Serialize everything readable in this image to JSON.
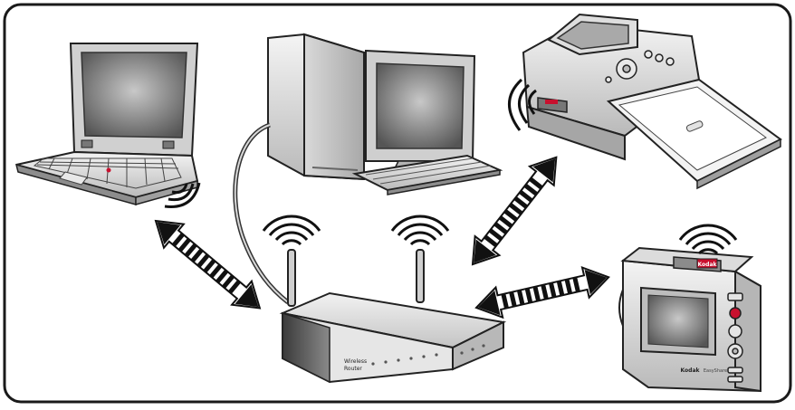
{
  "router": {
    "label_line1": "Wireless",
    "label_line2": "Router"
  },
  "camera": {
    "brand": "Kodak",
    "brand_tag": "Kodak",
    "model": "EasyShare"
  },
  "icons": [
    "laptop-icon",
    "desktop-computer-icon",
    "printer-dock-icon",
    "digital-camera-icon",
    "wireless-router-icon",
    "wifi-signal-icon",
    "double-arrow-icon"
  ],
  "colors": {
    "frame": "#1a1a1a",
    "device_light": "#e6e6e6",
    "device_mid": "#bdbdbd",
    "device_dark": "#5a5a5a",
    "screen": "#7a7a7a",
    "accent_red": "#c8102e",
    "arrow": "#111111"
  }
}
